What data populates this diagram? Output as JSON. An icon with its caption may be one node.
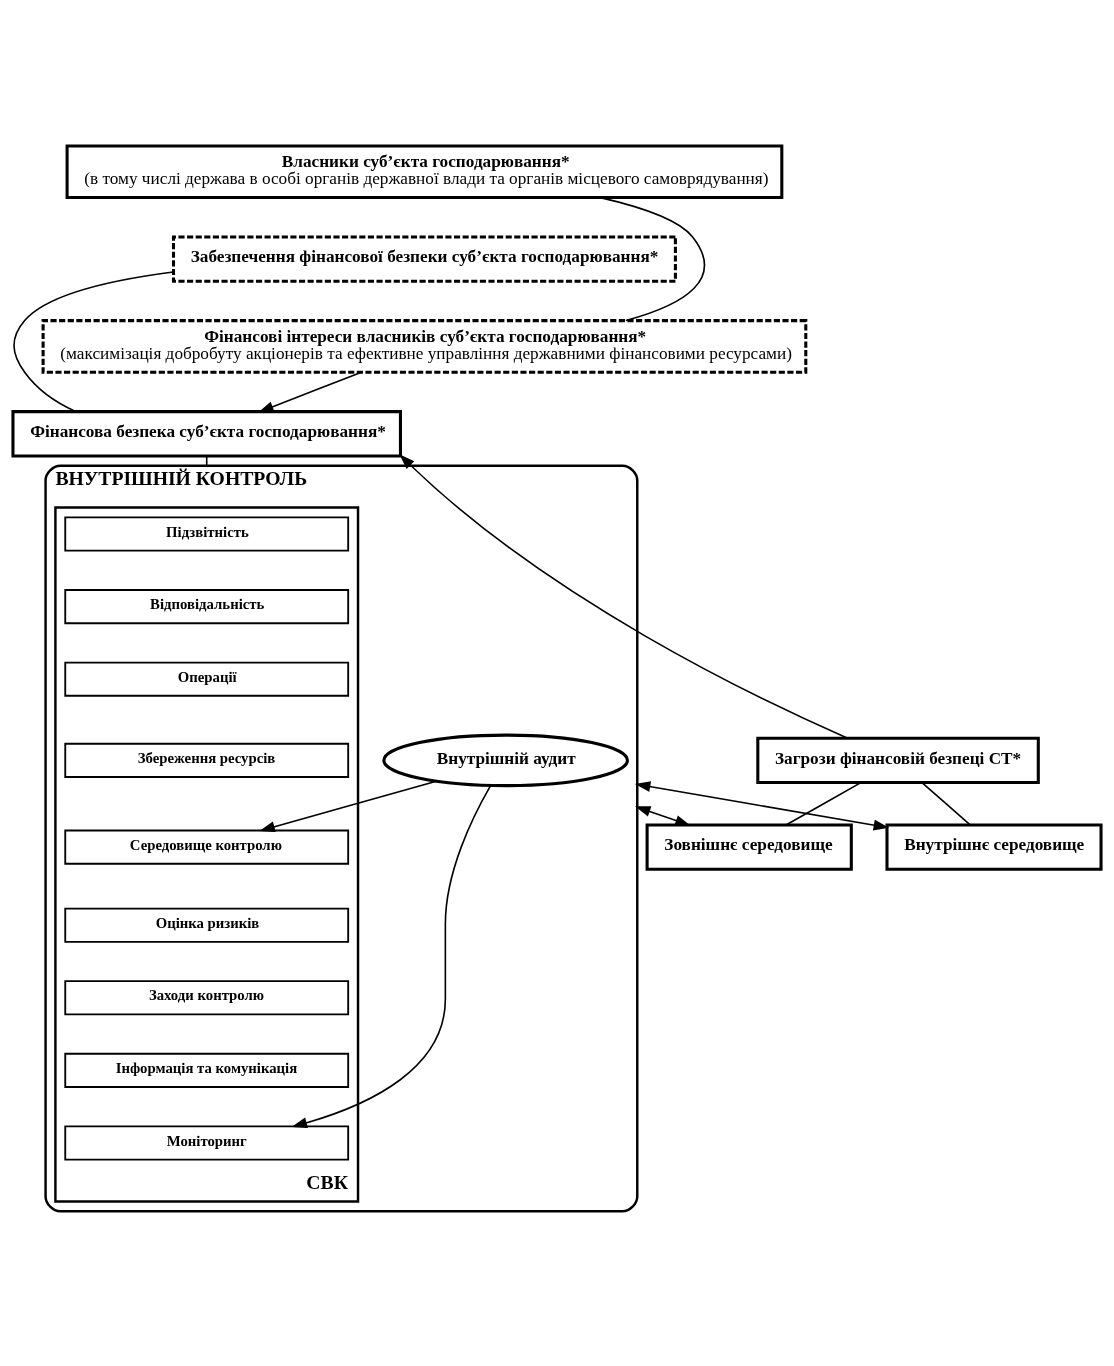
{
  "diagram": {
    "nodes": [
      {
        "text": [
          "Власники суб’єкта господарювання*",
          "(в тому числі держава в особі органів державної влади та органів місцевого самоврядування)"
        ]
      },
      {
        "text": [
          "Забезпечення фінансової безпеки суб’єкта господарювання*"
        ]
      },
      {
        "text": [
          "Фінансові інтереси власників суб’єкта господарювання*",
          "(максимізація добробуту акціонерів та ефективне управління державними фінансовими ресурсами)"
        ]
      },
      {
        "text": [
          "Фінансова безпека суб’єкта господарювання*"
        ]
      },
      {
        "text": [
          "ВНУТРІШНІЙ КОНТРОЛЬ"
        ]
      },
      {
        "text": [
          "СВК"
        ],
        "in": 4
      },
      {
        "text": [
          "Підзвітність"
        ],
        "in": 5
      },
      {
        "text": [
          "Відповідальність"
        ],
        "in": 5
      },
      {
        "text": [
          "Операції"
        ],
        "in": 5
      },
      {
        "text": [
          "Збереження ресурсів"
        ],
        "in": 5
      },
      {
        "text": [
          "Середовище контролю"
        ],
        "in": 5
      },
      {
        "text": [
          "Оцінка ризиків"
        ],
        "in": 5
      },
      {
        "text": [
          "Заходи контролю"
        ],
        "in": 5
      },
      {
        "text": [
          "Інформація та комунікація"
        ],
        "in": 5
      },
      {
        "text": [
          "Моніторинг"
        ],
        "in": 5
      },
      {
        "text": [
          "Внутрішній аудит"
        ],
        "in": 4
      },
      {
        "text": [
          "Внутрішнє середовище"
        ]
      },
      {
        "text": [
          "Зовнішнє середовище"
        ]
      },
      {
        "text": [
          "Загрози фінансовій безпеці СТ*"
        ]
      }
    ],
    "edges": [
      {
        "from": 0,
        "to": 2,
        "arrow": "none"
      },
      {
        "from": 1,
        "to": 3,
        "arrow": "none"
      },
      {
        "from": 2,
        "to": 3,
        "arrow": "to"
      },
      {
        "from": 3,
        "to": 4,
        "arrow": "none"
      },
      {
        "from": 18,
        "to": 3,
        "arrow": "to"
      },
      {
        "from": 15,
        "to": 10,
        "arrow": "to"
      },
      {
        "from": 15,
        "to": 14,
        "arrow": "to"
      },
      {
        "from": 4,
        "to": 16,
        "arrow": "both"
      },
      {
        "from": 4,
        "to": 17,
        "arrow": "both"
      },
      {
        "from": 18,
        "to": 16,
        "arrow": "none"
      },
      {
        "from": 18,
        "to": 17,
        "arrow": "none"
      }
    ]
  }
}
